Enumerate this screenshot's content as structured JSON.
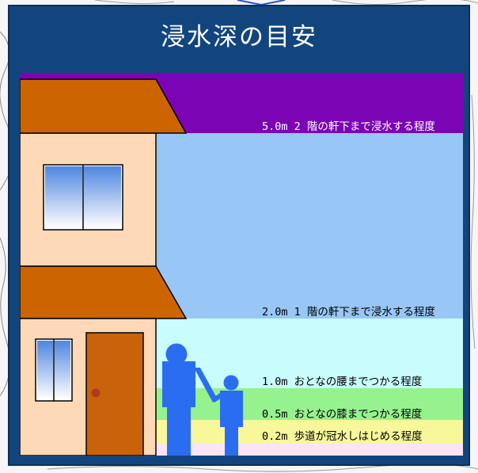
{
  "title": "浸水深の目安",
  "levels": [
    {
      "depth": "5.0m",
      "text": "2 階の軒下まで浸水する程度",
      "color": "#7b04b5"
    },
    {
      "depth": "2.0m",
      "text": "1 階の軒下まで浸水する程度",
      "color": "#98c6f7"
    },
    {
      "depth": "1.0m",
      "text": "おとなの腰までつかる程度",
      "color": "#c8fcfd"
    },
    {
      "depth": "0.5m",
      "text": "おとなの膝までつかる程度",
      "color": "#96f28e"
    },
    {
      "depth": "0.2m",
      "text": "歩道が冠水しはじめる程度",
      "color": "#f8f79a"
    }
  ],
  "colors": {
    "panel": "#12457e",
    "roof": "#cc6500",
    "wall": "#fdd9b8",
    "door": "#c8630c",
    "person": "#2b6df0"
  }
}
